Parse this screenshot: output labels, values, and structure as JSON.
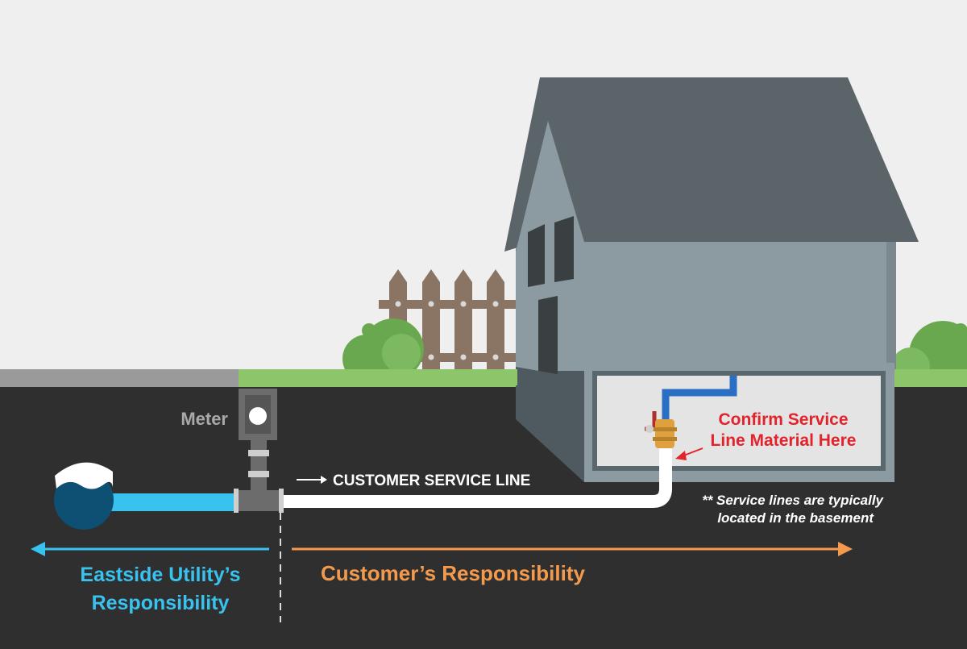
{
  "labels": {
    "meter": "Meter",
    "customer_service_line": "CUSTOMER SERVICE LINE",
    "confirm_line1": "Confirm Service",
    "confirm_line2": "Line Material Here",
    "note_line1": "** Service lines are typically",
    "note_line2": "located in the basement",
    "utility_line1": "Eastside Utility’s",
    "utility_line2": "Responsibility",
    "customer_responsibility": "Customer’s Responsibility"
  },
  "colors": {
    "sky": "#efefef",
    "ground": "#2f2f30",
    "grass": "#8cc56a",
    "road": "#9a9a9a",
    "utility_blue": "#39c2ee",
    "customer_orange": "#f39a4d",
    "confirm_red": "#e3232b",
    "house_wall": "#8c9aa1",
    "house_roof": "#5b6468",
    "fence": "#8a7564",
    "bush": "#6aa84f",
    "water": "#0e4f74"
  }
}
